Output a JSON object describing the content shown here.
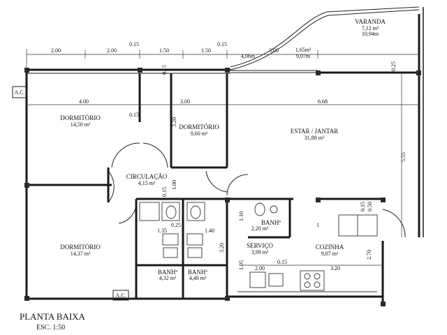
{
  "title": "PLANTA BAIXA",
  "scale": "ESC. 1:50",
  "ac_label": "A.C.",
  "rooms": {
    "varanda": {
      "name": "VARANDA",
      "area": "7,12 m²",
      "perim": "10,94m"
    },
    "dorm1": {
      "name": "DORMITÓRIO",
      "area": "14,50 m²"
    },
    "dorm2": {
      "name": "DORMITÓRIO",
      "area": "9,60 m²"
    },
    "estar": {
      "name": "ESTAR / JANTAR",
      "area": "31,88 m²"
    },
    "circ": {
      "name": "CIRCULAÇÃO",
      "area": "4,15 m²"
    },
    "dorm3": {
      "name": "DORMITÓRIO",
      "area": "14,37 m²"
    },
    "banh_serv": {
      "name": "BANHº",
      "area": "2,20 m²"
    },
    "servico": {
      "name": "SERVIÇO",
      "area": "3,99 m²"
    },
    "cozinha": {
      "name": "COZINHA",
      "area": "9,07 m²"
    },
    "banh1": {
      "name": "BANHº",
      "area": "4,32 m²"
    },
    "banh2": {
      "name": "BANHº",
      "area": "4,48 m²"
    },
    "small": {
      "area": "1,65m²",
      "perim": "9,07m"
    }
  },
  "dims": {
    "top": [
      "2.00",
      "2.00",
      "0.15",
      "1.50",
      "1.50",
      "0.15",
      "4,06m",
      "3.00"
    ],
    "row2": [
      "4.00",
      "3.00",
      "6.68"
    ],
    "v_015": "0.15",
    "mid": [
      "0.15",
      "3.20",
      "0.15",
      "1.00",
      "0.15"
    ],
    "right": [
      "0.25",
      "5.55",
      "0.15",
      "0.50",
      "2.70"
    ],
    "baths": [
      "1.35",
      "0.25",
      "1.40",
      "3.20",
      "1.10"
    ],
    "bottom": [
      "1.95",
      "2.00",
      "0.15",
      "3.20"
    ],
    "kitchen_mark": "1"
  }
}
